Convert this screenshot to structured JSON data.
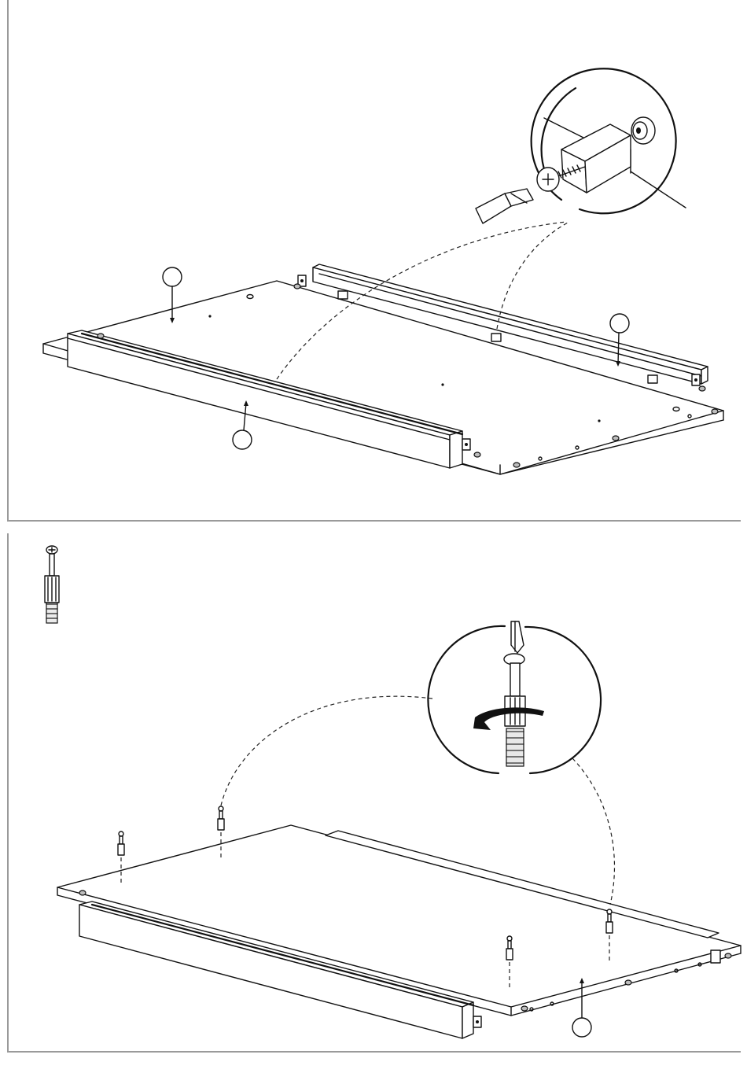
{
  "steps": [
    {
      "id": "step-attach-rails",
      "callouts": [
        "",
        "",
        ""
      ],
      "detail": {
        "tool": "phillips-screwdriver",
        "hardware": "cam-lock-screw"
      }
    },
    {
      "id": "step-insert-bolts",
      "callouts": [
        ""
      ],
      "part_icon": "cam-bolt-icon",
      "detail": {
        "tool": "phillips-screwdriver",
        "action": "rotate-clockwise"
      }
    }
  ],
  "colors": {
    "line": "#111111",
    "frame": "#9a9a9a",
    "background": "#ffffff"
  }
}
